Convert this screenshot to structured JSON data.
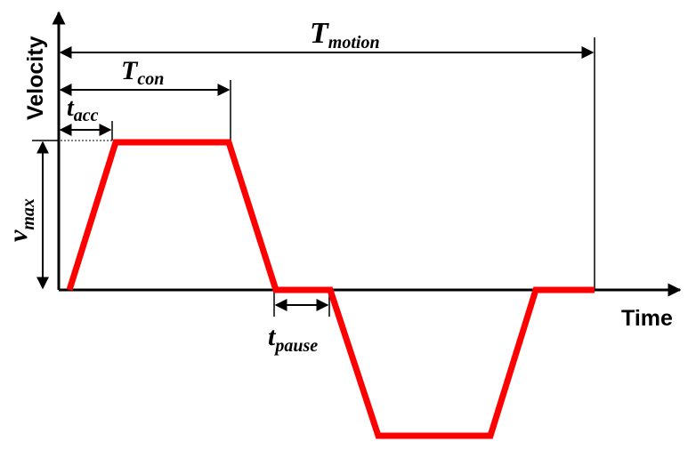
{
  "axes": {
    "y_label": "Velocity",
    "x_label": "Time"
  },
  "annotations": {
    "t_motion": {
      "main": "T",
      "sub": "motion"
    },
    "t_con": {
      "main": "T",
      "sub": "con"
    },
    "t_acc": {
      "main": "t",
      "sub": "acc"
    },
    "v_max": {
      "main": "v",
      "sub": "max"
    },
    "t_pause": {
      "main": "t",
      "sub": "pause"
    }
  },
  "colors": {
    "profile": "#ff0000",
    "axis": "#000000"
  }
}
